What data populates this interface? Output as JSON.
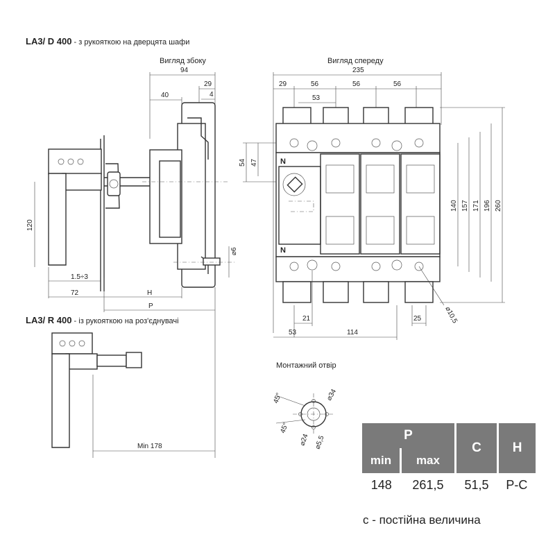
{
  "titles": {
    "d400_model": "LA3/ D 400",
    "d400_desc": " - з рукояткою на дверцята шафи",
    "r400_model": "LA3/ R 400",
    "r400_desc": " - із рукояткою на роз'єднувачі",
    "side_view": "Вигляд збоку",
    "front_view": "Вигляд спереду",
    "mounting_hole": "Монтажний отвір"
  },
  "side_dims": {
    "d94": "94",
    "d40": "40",
    "d29": "29",
    "d4": "4",
    "d120": "120",
    "d1_5": "1.5÷3",
    "d72": "72",
    "dH": "H",
    "dP": "P",
    "d6": "⌀6",
    "min178": "Min 178"
  },
  "front_dims": {
    "d235": "235",
    "d29": "29",
    "d56a": "56",
    "d56b": "56",
    "d56c": "56",
    "d53top": "53",
    "d54": "54",
    "d47": "47",
    "d140": "140",
    "d157": "157",
    "d171": "171",
    "d196": "196",
    "d260": "260",
    "d21": "21",
    "d25": "25",
    "d10_5": "⌀10,5",
    "d53bot": "53",
    "d114": "114",
    "n_top": "N",
    "n_bot": "N"
  },
  "hole_dims": {
    "a45a": "45°",
    "a45b": "45°",
    "d34": "⌀34",
    "d24": "⌀24",
    "d5_5": "⌀5,5"
  },
  "table": {
    "h_p": "P",
    "h_c": "C",
    "h_h": "H",
    "h_min": "min",
    "h_max": "max",
    "v_min": "148",
    "v_max": "261,5",
    "v_c": "51,5",
    "v_h": "P-C"
  },
  "footnote": "с - постійна величина",
  "colors": {
    "table_header": "#7a7a7a",
    "line": "#333333"
  }
}
